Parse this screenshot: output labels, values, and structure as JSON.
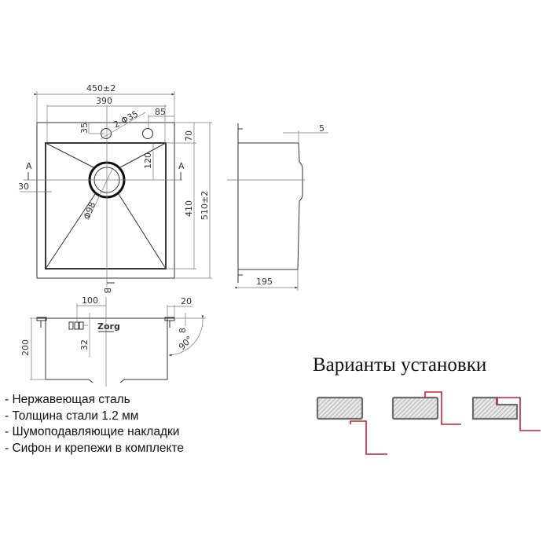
{
  "top_view": {
    "dim_overall_width": "450±2",
    "dim_bowl_width": "390",
    "dim_tap_holes": "2-Φ35",
    "dim_tap_hole_offset_right": "85",
    "dim_tap_hole_offset_top": "35",
    "dim_back_deck": "70",
    "dim_drain_offset": "120",
    "dim_drain_diameter": "Φ98",
    "dim_side_margin": "30",
    "dim_bowl_length": "410",
    "dim_overall_length": "510±2",
    "section_a_label": "A",
    "section_b_label": "B"
  },
  "side_view": {
    "dim_flange": "5",
    "dim_depth": "195"
  },
  "front_section": {
    "dim_overflow_offset": "100",
    "dim_flange_width": "20",
    "dim_flange_thickness": "8",
    "dim_corner_angle": "90°",
    "dim_overflow_height": "32",
    "dim_depth": "200",
    "brand_mark": "Zorg"
  },
  "features": [
    "- Нержавеющая сталь",
    "- Толщина стали 1.2 мм",
    "- Шумоподавляющие накладки",
    "- Сифон и крепежи в комплекте"
  ],
  "installation": {
    "title": "Варианты установки",
    "variants": [
      "undermount",
      "overmount",
      "flush-mount"
    ],
    "accent_color": "#cc2233",
    "slab_color": "#6a6d70"
  }
}
